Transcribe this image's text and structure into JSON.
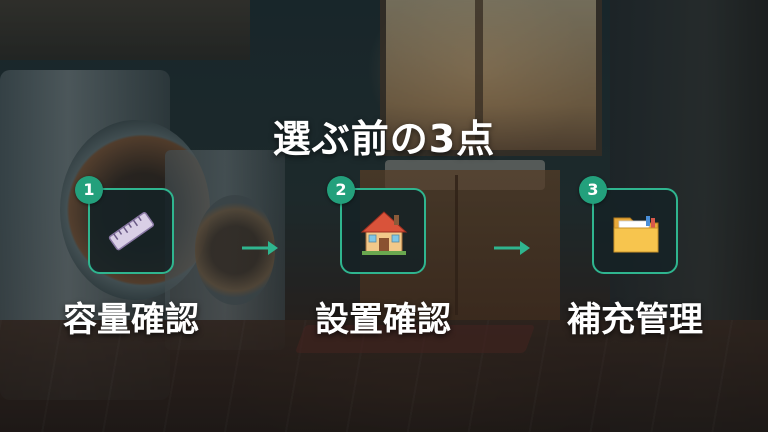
{
  "title": "選ぶ前の3点",
  "steps": [
    {
      "number": "1",
      "icon": "ruler-icon",
      "label": "容量確認"
    },
    {
      "number": "2",
      "icon": "house-icon",
      "label": "設置確認"
    },
    {
      "number": "3",
      "icon": "folder-icon",
      "label": "補充管理"
    }
  ],
  "colors": {
    "accent": "#2fb58f",
    "badge": "#23a07c",
    "text": "#ffffff"
  }
}
